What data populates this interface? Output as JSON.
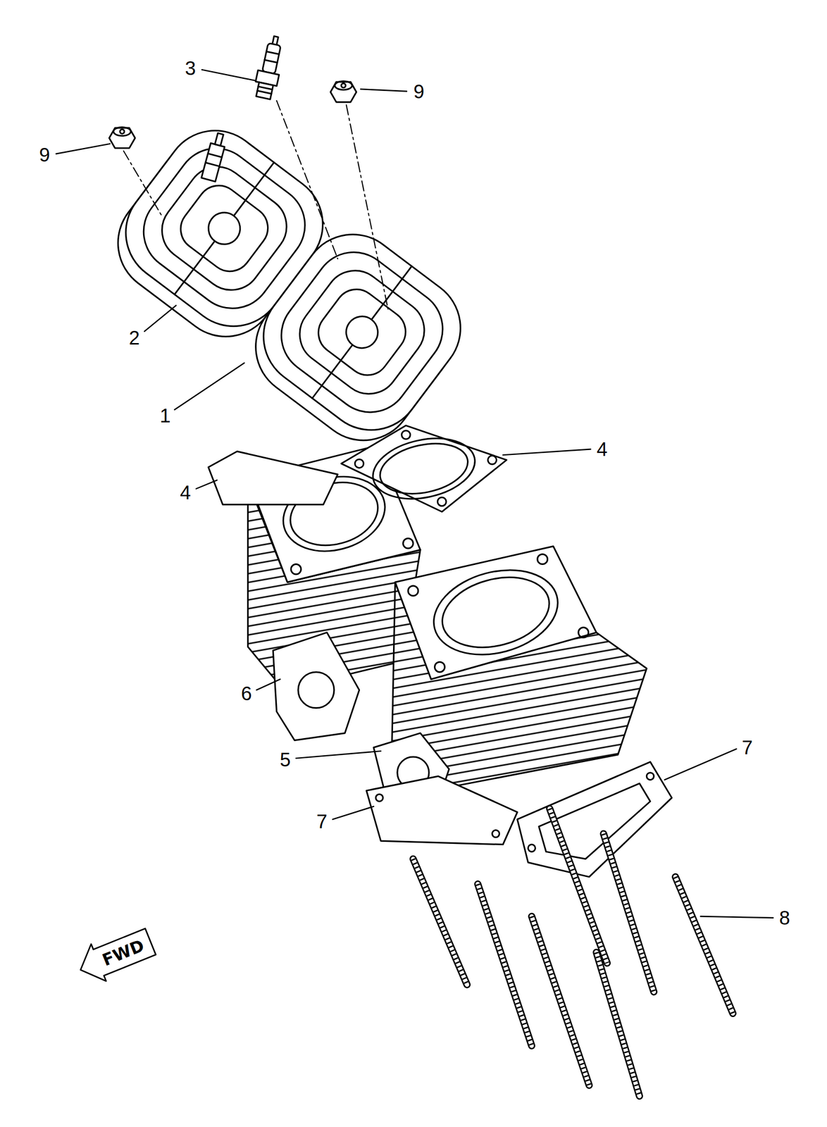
{
  "diagram": {
    "nodes": [
      {
        "text": [
          "FWD"
        ]
      }
    ],
    "labels": [
      "3",
      "9",
      "9",
      "2",
      "1",
      "4",
      "4",
      "6",
      "7",
      "5",
      "7",
      "8"
    ]
  }
}
